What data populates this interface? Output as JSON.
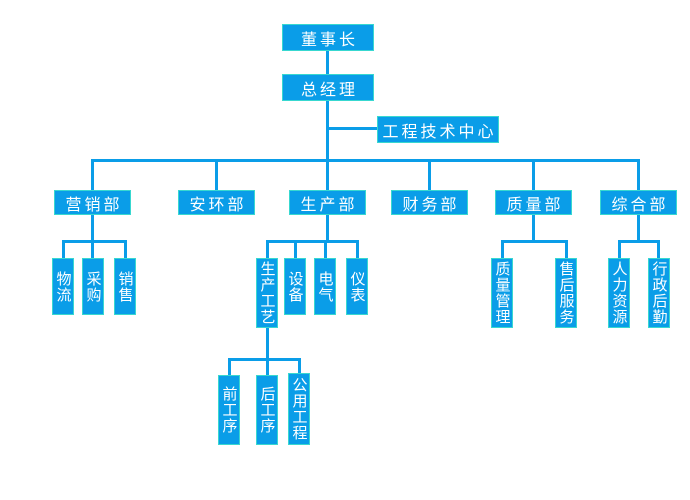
{
  "colors": {
    "node_fill": "#0a9de8",
    "node_border": "#38d8d0",
    "connector": "#0a9de8",
    "node_text": "#ffffff",
    "background": "#ffffff"
  },
  "org": {
    "chairman": {
      "label": "董事长"
    },
    "general_manager": {
      "label": "总经理"
    },
    "engineering_center": {
      "label": "工程技术中心"
    },
    "departments": [
      {
        "label": "营销部",
        "children": [
          {
            "label": "物流"
          },
          {
            "label": "采购"
          },
          {
            "label": "销售"
          }
        ]
      },
      {
        "label": "安环部",
        "children": []
      },
      {
        "label": "生产部",
        "children": [
          {
            "label": "生产工艺",
            "children": [
              {
                "label": "前工序"
              },
              {
                "label": "后工序"
              },
              {
                "label": "公用工程"
              }
            ]
          },
          {
            "label": "设备"
          },
          {
            "label": "电气"
          },
          {
            "label": "仪表"
          }
        ]
      },
      {
        "label": "财务部",
        "children": []
      },
      {
        "label": "质量部",
        "children": [
          {
            "label": "质量管理"
          },
          {
            "label": "售后服务"
          }
        ]
      },
      {
        "label": "综合部",
        "children": [
          {
            "label": "人力资源"
          },
          {
            "label": "行政后勤"
          }
        ]
      }
    ]
  }
}
